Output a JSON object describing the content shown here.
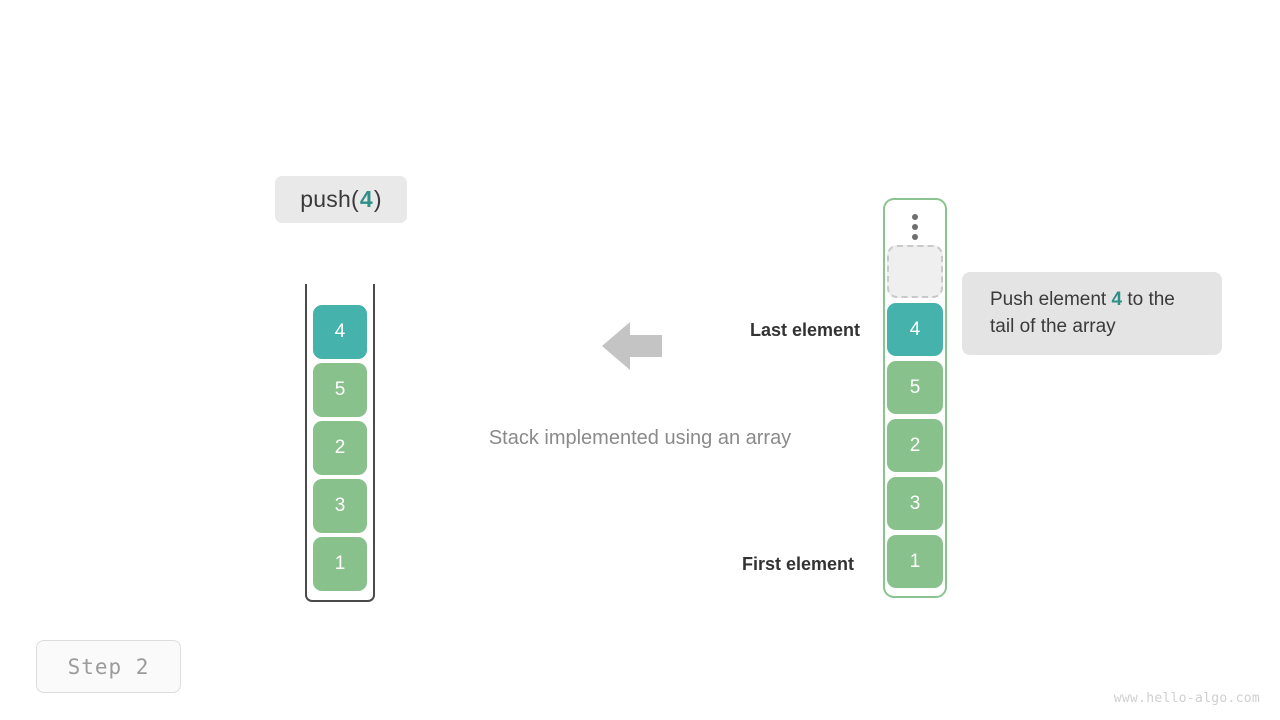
{
  "operation": {
    "prefix": "push(",
    "argument": "4",
    "suffix": ")"
  },
  "stack": {
    "title": "Stack implemented using an array",
    "cells": [
      {
        "value": "4",
        "color": "teal"
      },
      {
        "value": "5",
        "color": "green"
      },
      {
        "value": "2",
        "color": "green"
      },
      {
        "value": "3",
        "color": "green"
      },
      {
        "value": "1",
        "color": "green"
      }
    ]
  },
  "array": {
    "ellipsis_icon": "vertical-ellipsis-icon",
    "empty_slot_label": "",
    "cells": [
      {
        "value": "4",
        "color": "teal"
      },
      {
        "value": "5",
        "color": "green"
      },
      {
        "value": "2",
        "color": "green"
      },
      {
        "value": "3",
        "color": "green"
      },
      {
        "value": "1",
        "color": "green"
      }
    ]
  },
  "annotations": {
    "last_element": "Last element",
    "first_element": "First element",
    "arrow_icon": "arrow-left-icon"
  },
  "tooltip": {
    "text_before": "Push element ",
    "accent": "4",
    "text_after": " to the tail of the array"
  },
  "step": {
    "label": "Step 2"
  },
  "watermark": {
    "text": "www.hello-algo.com"
  },
  "colors": {
    "teal_cell": "#46b2ac",
    "green_cell": "#88c18c",
    "accent_text": "#2e9087",
    "array_border": "#8cc491",
    "stack_border": "#4a4a4a",
    "arrow": "#c4c4c4",
    "chip_bg": "#e9e9e9",
    "tooltip_bg": "#e4e4e4",
    "background": "#ffffff"
  }
}
